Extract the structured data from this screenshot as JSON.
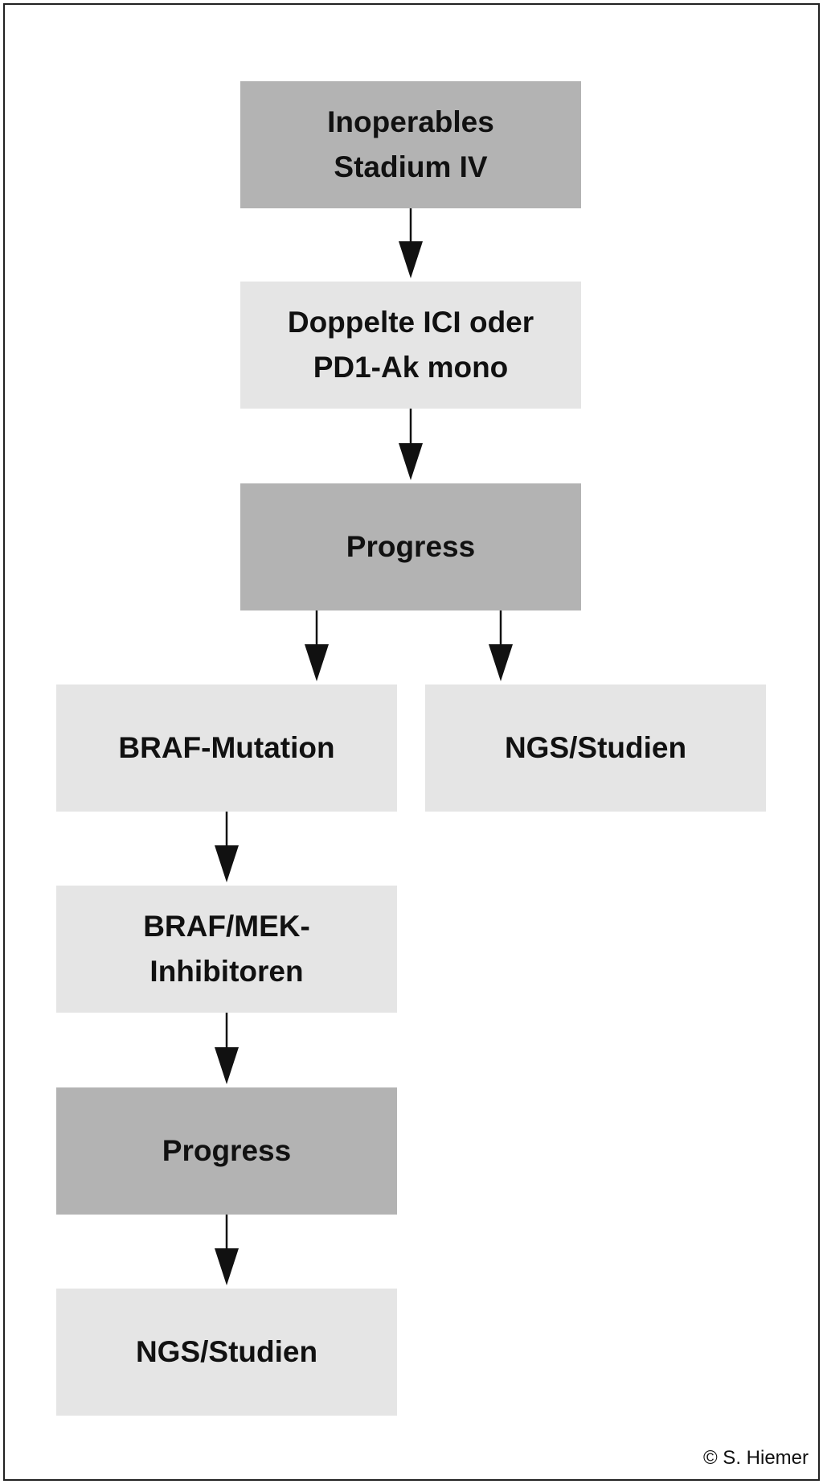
{
  "nodes": {
    "stadium": [
      "Inoperables",
      "Stadium IV"
    ],
    "ici": [
      "Doppelte ICI oder",
      "PD1-Ak mono"
    ],
    "progress1": "Progress",
    "braf_mutation": "BRAF-Mutation",
    "ngs_right": "NGS/Studien",
    "braf_mek": [
      "BRAF/MEK-",
      "Inhibitoren"
    ],
    "progress2": "Progress",
    "ngs_bottom": "NGS/Studien"
  },
  "copyright": "© S. Hiemer",
  "colors": {
    "dark_box": "#b3b3b3",
    "light_box": "#e5e5e5",
    "arrow": "#111111",
    "border": "#222222"
  }
}
